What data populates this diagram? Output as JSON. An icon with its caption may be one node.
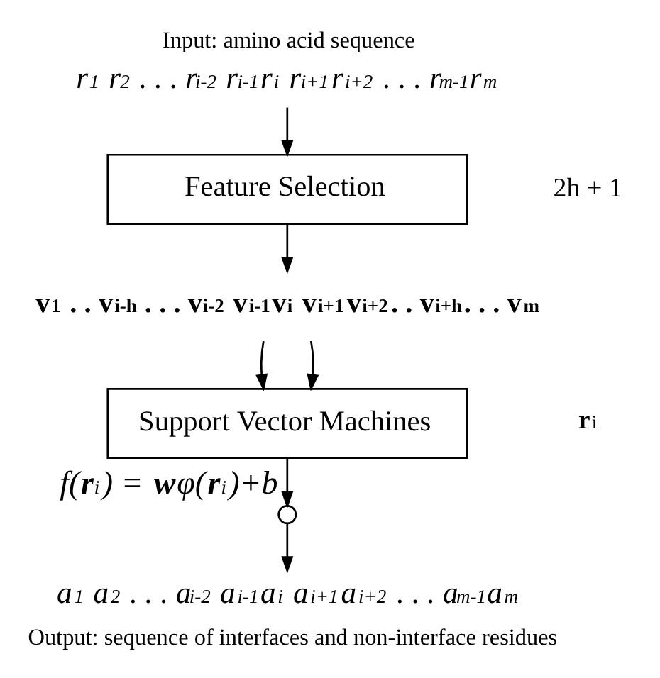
{
  "diagram": {
    "nodes": [
      {
        "text": [
          "r$_{1}$ r$_{2}$ . . . r$_{i-2}$ r$_{i-1}$r$_{i}$ r$_{i+1}$r$_{i+2}$ . . . r$_{m-1}$r$_{m}$"
        ],
        "beside": [
          "Input: amino acid sequence"
        ]
      },
      {
        "text": [
          "Feature Selection"
        ]
      },
      {
        "text": [
          "v$_{1}$ . . v$_{i-h}$ . . . v$_{i-2}$ v$_{i-1}$v$_{i}$ v$_{i+1}$v$_{i+2}$. . v$_{i+h}$. . . v$_{m}$"
        ]
      },
      {
        "text": [
          "Support Vector Machines"
        ]
      },
      {
        "text": [],
        "shape": "circle",
        "beside": [
          "f(**r**$_{i}$) = **w**φ(**r**$_{i}$)+b"
        ]
      },
      {
        "text": [
          "a$_{1}$ a$_{2}$ . . . a$_{i-2}$ a$_{i-1}$a$_{i}$ a$_{i+1}$a$_{i+2}$ . . . a$_{m-1}$a$_{m}$"
        ],
        "beside": [
          "Output: sequence of interfaces and non-interface residues"
        ]
      }
    ],
    "edges": [
      {
        "from": 0,
        "to": 1,
        "arrow": "to"
      },
      {
        "from": 1,
        "to": 2,
        "arrow": "to"
      },
      {
        "from": 2,
        "to": 3,
        "arrow": "to"
      },
      {
        "from": 2,
        "to": 3,
        "arrow": "to"
      },
      {
        "from": 3,
        "to": 4,
        "arrow": "to"
      },
      {
        "from": 4,
        "to": 5,
        "arrow": "to"
      }
    ],
    "labels": [
      "2h + 1",
      "**r**$_{i}$"
    ]
  }
}
